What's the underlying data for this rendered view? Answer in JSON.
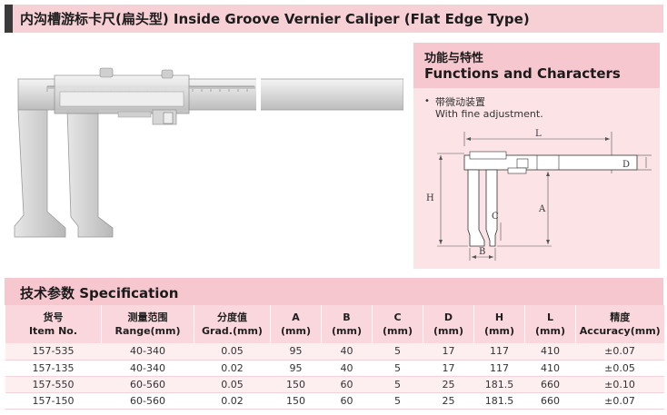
{
  "title": {
    "text": "内沟槽游标卡尺(扁头型) Inside Groove Vernier Caliper (Flat Edge Type)"
  },
  "features": {
    "heading_cn": "功能与特性",
    "heading_en": "Functions and Characters",
    "bullet": "•",
    "items": [
      {
        "cn": "带微动装置",
        "en": "With fine adjustment."
      }
    ]
  },
  "diagram": {
    "labels": {
      "L": "L",
      "D": "D",
      "H": "H",
      "A": "A",
      "B": "B",
      "C": "C"
    }
  },
  "spec": {
    "title": "技术参数 Specification",
    "columns": [
      {
        "cn": "货号",
        "en": "Item No."
      },
      {
        "cn": "测量范围",
        "en": "Range(mm)"
      },
      {
        "cn": "分度值",
        "en": "Grad.(mm)"
      },
      {
        "cn": "A",
        "en": "(mm)"
      },
      {
        "cn": "B",
        "en": "(mm)"
      },
      {
        "cn": "C",
        "en": "(mm)"
      },
      {
        "cn": "D",
        "en": "(mm)"
      },
      {
        "cn": "H",
        "en": "(mm)"
      },
      {
        "cn": "L",
        "en": "(mm)"
      },
      {
        "cn": "精度",
        "en": "Accuracy(mm)"
      }
    ],
    "rows": [
      [
        "157-535",
        "40-340",
        "0.05",
        "95",
        "40",
        "5",
        "17",
        "117",
        "410",
        "±0.07"
      ],
      [
        "157-135",
        "40-340",
        "0.02",
        "95",
        "40",
        "5",
        "17",
        "117",
        "410",
        "±0.05"
      ],
      [
        "157-550",
        "60-560",
        "0.05",
        "150",
        "60",
        "5",
        "25",
        "181.5",
        "660",
        "±0.10"
      ],
      [
        "157-150",
        "60-560",
        "0.02",
        "150",
        "60",
        "5",
        "25",
        "181.5",
        "660",
        "±0.07"
      ]
    ]
  }
}
